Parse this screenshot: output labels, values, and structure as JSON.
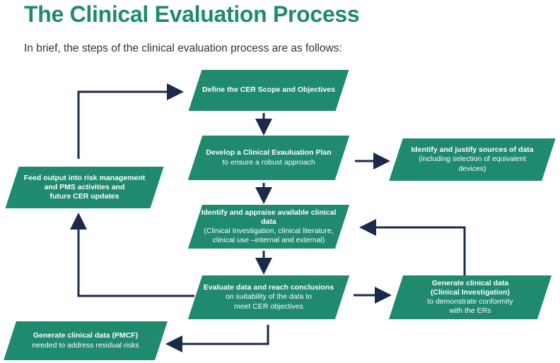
{
  "title": "The Clinical Evaluation Process",
  "subtitle": "In brief, the steps of the clinical evaluation process are as follows:",
  "colors": {
    "box": "#1f8a6e",
    "arrow": "#1b2a4a",
    "title": "#1f8a6e"
  },
  "boxes": {
    "define_scope": {
      "line1": "Define the CER Scope and Objectives"
    },
    "develop_plan": {
      "line1": "Develop a Clinical Evauluation Plan",
      "line2": "to ensure a robust approach"
    },
    "identify_sources": {
      "line1": "Identify and justify sources of data",
      "line2": "(including selection of equivalent",
      "line3": "devices)"
    },
    "feed_output": {
      "line1": "Feed output into risk management",
      "line2": "and PMS activities and",
      "line3": "future CER updates"
    },
    "appraise_data": {
      "line1": "Identify and appraise available clinical data",
      "line2": "(Clinical Investigation, clinical literature,",
      "line3": "clinical use –internal and external)"
    },
    "evaluate_data": {
      "line1": "Evaluate data and reach conclusions",
      "line2": "on suitability of the data to",
      "line3": "meet CER objectives"
    },
    "generate_ci": {
      "line1": "Generate clinical data",
      "line2": "(Clinical Investigation)",
      "line3": "to demonstrate conformity",
      "line4": "with the ERs"
    },
    "generate_pmcf": {
      "line1": "Generate clinical data (PMCF)",
      "line2": "needed to address residual risks"
    }
  }
}
